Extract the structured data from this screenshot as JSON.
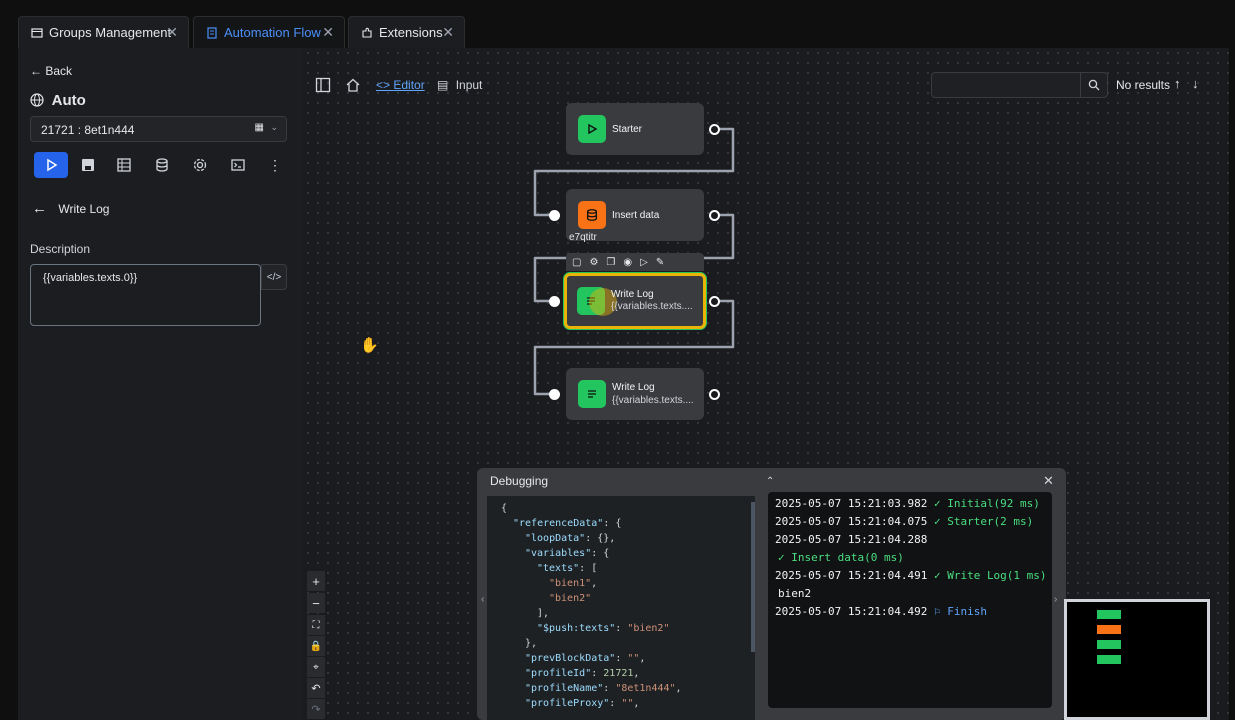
{
  "tabs": [
    {
      "label": "Groups Management",
      "icon": "window-icon"
    },
    {
      "label": "Automation Flow",
      "icon": "flow-icon"
    },
    {
      "label": "Extensions",
      "icon": "puzzle-icon"
    }
  ],
  "left": {
    "back_label": "Back",
    "flow_name": "Auto",
    "profile_value": "21721 : 8et1n444",
    "block_title": "Write Log",
    "description_label": "Description",
    "description_value": "{{variables.texts.0}}"
  },
  "canvas": {
    "breadcrumb": {
      "editor": "Editor",
      "input": "Input"
    },
    "search_placeholder": "",
    "search_status": "No results",
    "nodes": [
      {
        "name": "Starter",
        "subtitle": "",
        "color": "#22c55e",
        "icon": "play-icon"
      },
      {
        "name": "Insert data",
        "subtitle": "",
        "tag": "e7qtitr",
        "color": "#f97316",
        "icon": "database-icon"
      },
      {
        "name": "Write Log",
        "subtitle": "{{variables.texts....",
        "color": "#22c55e",
        "icon": "lines-icon",
        "selected": true
      },
      {
        "name": "Write Log",
        "subtitle": "{{variables.texts....",
        "color": "#22c55e",
        "icon": "lines-icon"
      }
    ]
  },
  "debug": {
    "title": "Debugging",
    "json_lines": [
      "{",
      "\"referenceData\": {",
      "\"loopData\": {},",
      "\"variables\": {",
      "\"texts\": [",
      "\"bien1\",",
      "\"bien2\"",
      "],",
      "\"$push:texts\": \"bien2\"",
      "},",
      "\"prevBlockData\": \"\",",
      "\"profileId\": 21721,",
      "\"profileName\": \"8et1n444\",",
      "\"profileProxy\": \"\","
    ],
    "log": [
      {
        "time": "2025-05-07 15:21:03.982",
        "text": "Initial(92 ms)",
        "status": "ok"
      },
      {
        "time": "2025-05-07 15:21:04.075",
        "text": "Starter(2 ms)",
        "status": "ok"
      },
      {
        "time": "2025-05-07 15:21:04.288",
        "text": "",
        "status": ""
      },
      {
        "time": "",
        "text": "Insert data(0 ms)",
        "status": "ok"
      },
      {
        "time": "2025-05-07 15:21:04.491",
        "text": "Write Log(1 ms)",
        "status": "ok"
      },
      {
        "time": "",
        "text": "bien2",
        "status": "plain"
      },
      {
        "time": "2025-05-07 15:21:04.492",
        "text": "Finish",
        "status": "finish"
      }
    ]
  },
  "colors": {
    "accent": "#2563eb",
    "success": "#22c55e",
    "warning": "#f97316",
    "selected_border": "#eab308"
  }
}
